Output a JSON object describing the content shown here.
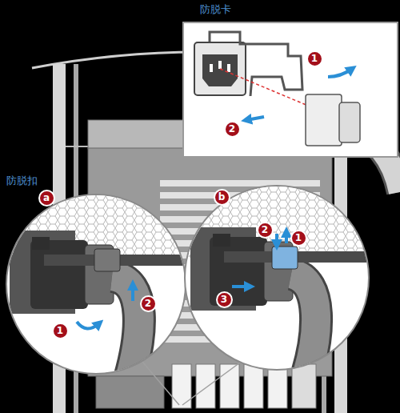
{
  "diagram": {
    "nodes": [
      {
        "text": [
          "1"
        ]
      },
      {
        "text": [
          "2"
        ]
      },
      {
        "text": [
          "a"
        ]
      },
      {
        "text": [
          "1"
        ]
      },
      {
        "text": [
          "2"
        ]
      },
      {
        "text": [
          "b"
        ]
      },
      {
        "text": [
          "2"
        ]
      },
      {
        "text": [
          "1"
        ]
      },
      {
        "text": [
          "3"
        ]
      }
    ],
    "labels": [
      "防脱卡",
      "防脱扣"
    ]
  }
}
